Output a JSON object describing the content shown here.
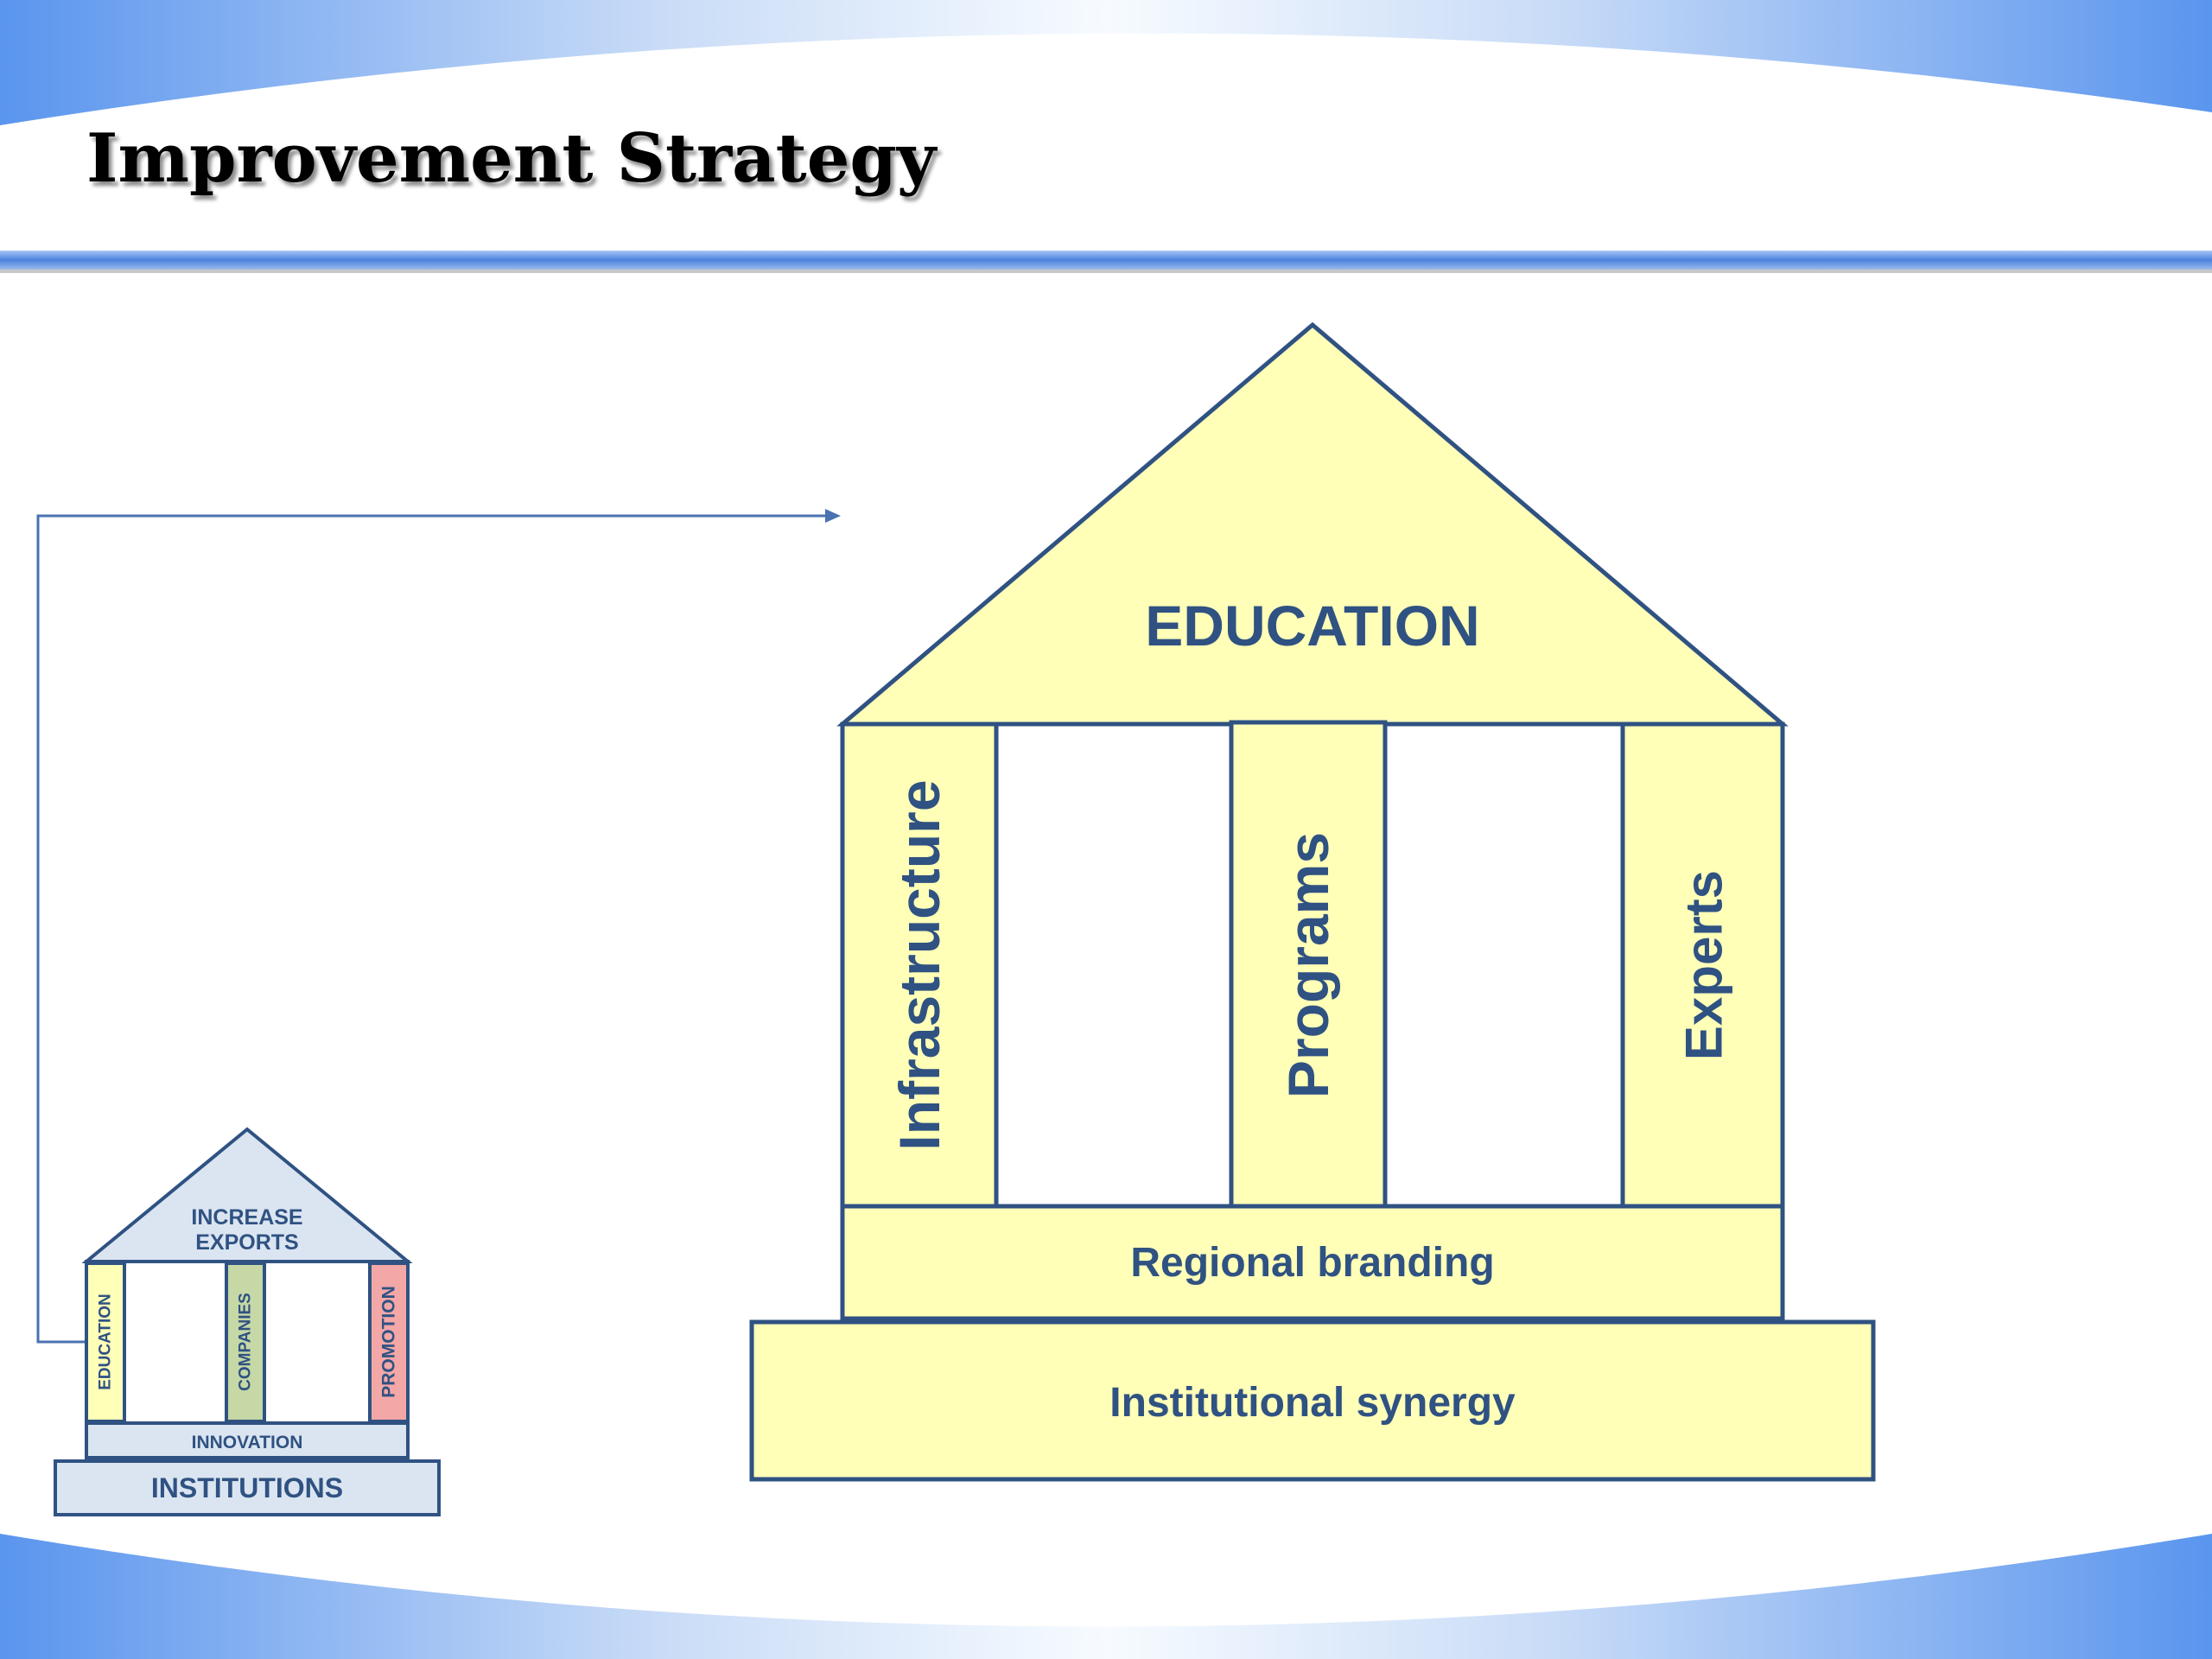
{
  "slide": {
    "title": "Improvement Strategy"
  },
  "large_temple": {
    "roof": "EDUCATION",
    "pillars": [
      "Infrastructure",
      "Programs",
      "Experts"
    ],
    "foundation": "Regional branding",
    "base": "Institutional synergy"
  },
  "small_temple": {
    "roof_lines": [
      "INCREASE",
      "EXPORTS"
    ],
    "pillars": [
      "EDUCATION",
      "COMPANIES",
      "PROMOTION"
    ],
    "foundation": "INNOVATION",
    "base": "INSTITUTIONS"
  },
  "colors": {
    "accent_blue": "#4f87e0",
    "outline": "#2f5282",
    "large_fill": "#ffffb8",
    "small_roof_fill": "#dbe5f1",
    "pillar_education": "#ffffb8",
    "pillar_companies": "#c5d8a6",
    "pillar_promotion": "#f4a7a7"
  }
}
